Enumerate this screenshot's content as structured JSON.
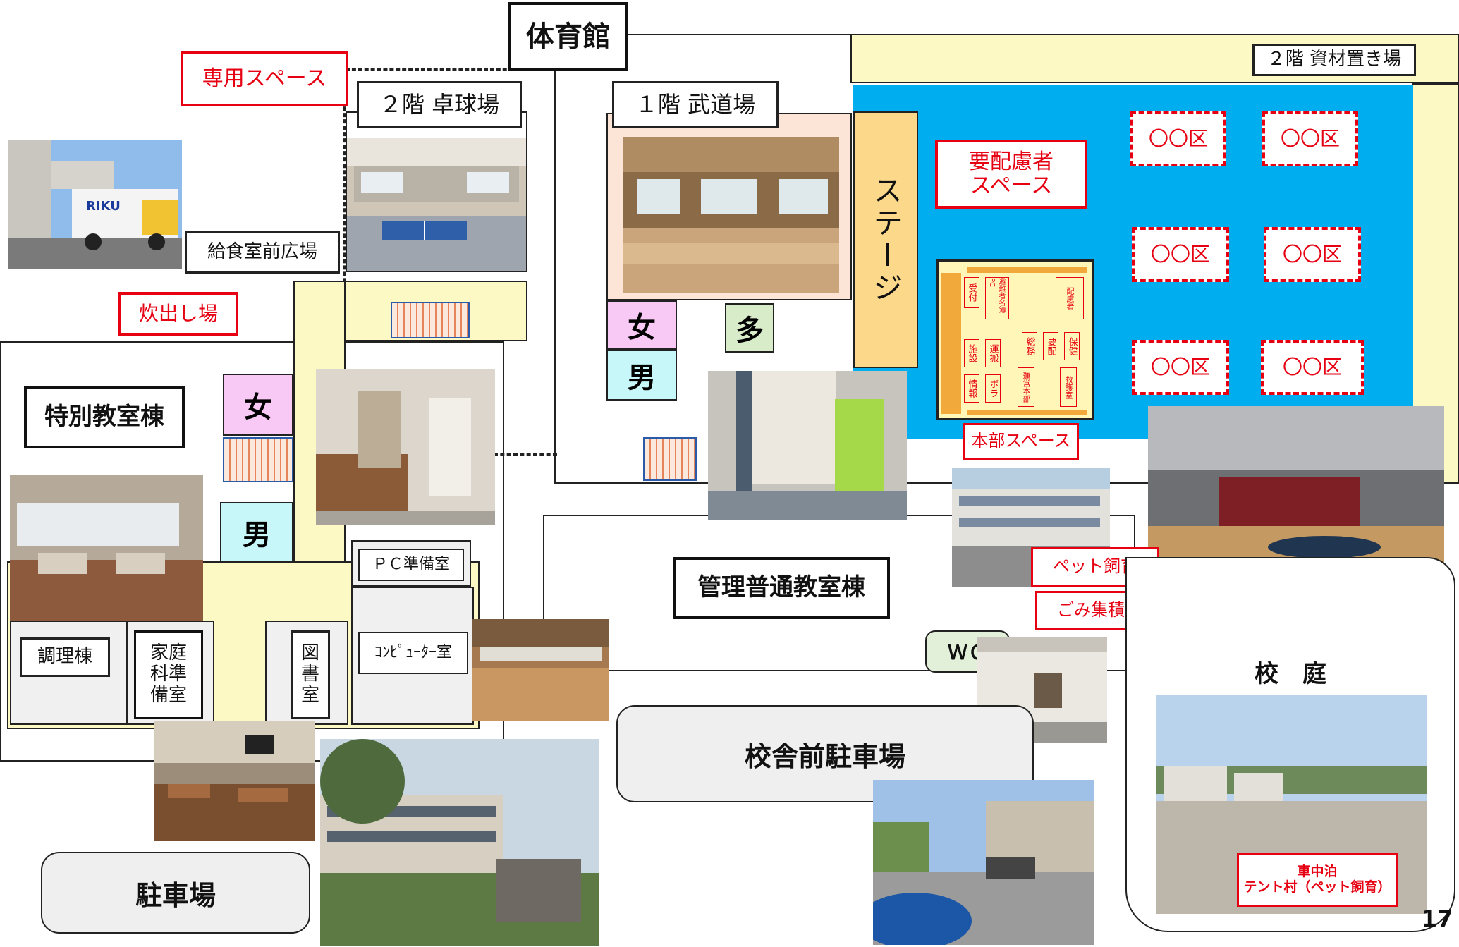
{
  "title": "体育館",
  "page_number": "17",
  "labels": {
    "dedicated_space": "専用スペース",
    "table_tennis": "２階 卓球場",
    "martial_arts": "１階 武道場",
    "storage_2f": "２階 資材置き場",
    "stage": "ステージ",
    "care_space": "要配慮者\nスペース",
    "hq_space": "本部スペース",
    "kitchen_plaza": "給食室前広場",
    "cooking_place": "炊出し場",
    "special_building": "特別教室棟",
    "cooking_building": "調理棟",
    "home_ec_prep": "家庭\n科準\n備室",
    "library": "図\n書\n室",
    "pc_prep": "ＰＣ準備室",
    "computer_room": "ｺﾝﾋﾟｭｰﾀｰ室",
    "admin_building": "管理普通教室棟",
    "pet_rearing": "ペット飼育",
    "garbage": "ごみ集積所",
    "wc": "ＷＣ",
    "front_parking": "校舎前駐車場",
    "parking": "駐車場",
    "courtyard": "校　庭",
    "car_camp": "車中泊\nテント村（ペット飼育）"
  },
  "districts": [
    "〇〇区",
    "〇〇区",
    "〇〇区",
    "〇〇区",
    "〇〇区",
    "〇〇区"
  ],
  "restrooms": {
    "women": "女",
    "men": "男",
    "multi": "多"
  },
  "hq_cells": [
    "受付",
    "避難者名簿PC",
    "配慮者",
    "施設",
    "運搬",
    "総務",
    "要配",
    "保健",
    "情報",
    "ボラ",
    "運営本部",
    "救護室"
  ],
  "colors": {
    "hall_blue": "#00adef",
    "cream": "#fdf9c4",
    "red": "#e60012",
    "women_pink": "#f9c9f6",
    "men_cyan": "#c8f7fa",
    "multi_green": "#d8ecc9"
  }
}
